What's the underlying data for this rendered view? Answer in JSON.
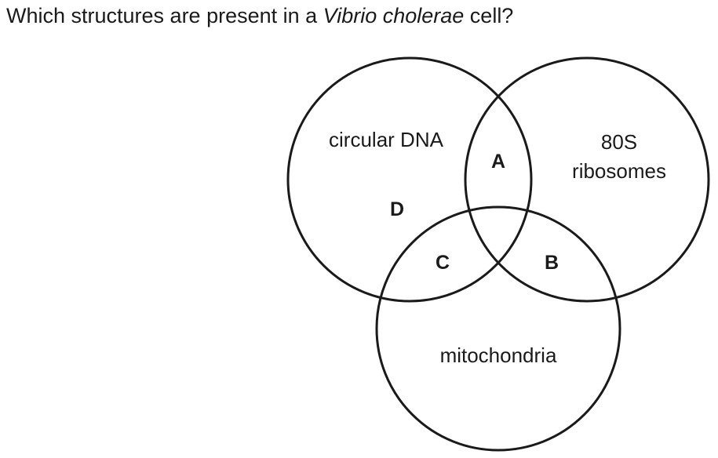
{
  "question": {
    "prefix": "Which structures are present in a ",
    "organism": "Vibrio cholerae",
    "suffix": " cell?"
  },
  "venn": {
    "sets": {
      "circular_dna": "circular DNA",
      "ribosomes_line1": "80S",
      "ribosomes_line2": "ribosomes",
      "mitochondria": "mitochondria"
    },
    "regions": {
      "a": "A",
      "b": "B",
      "c": "C",
      "d": "D"
    }
  }
}
